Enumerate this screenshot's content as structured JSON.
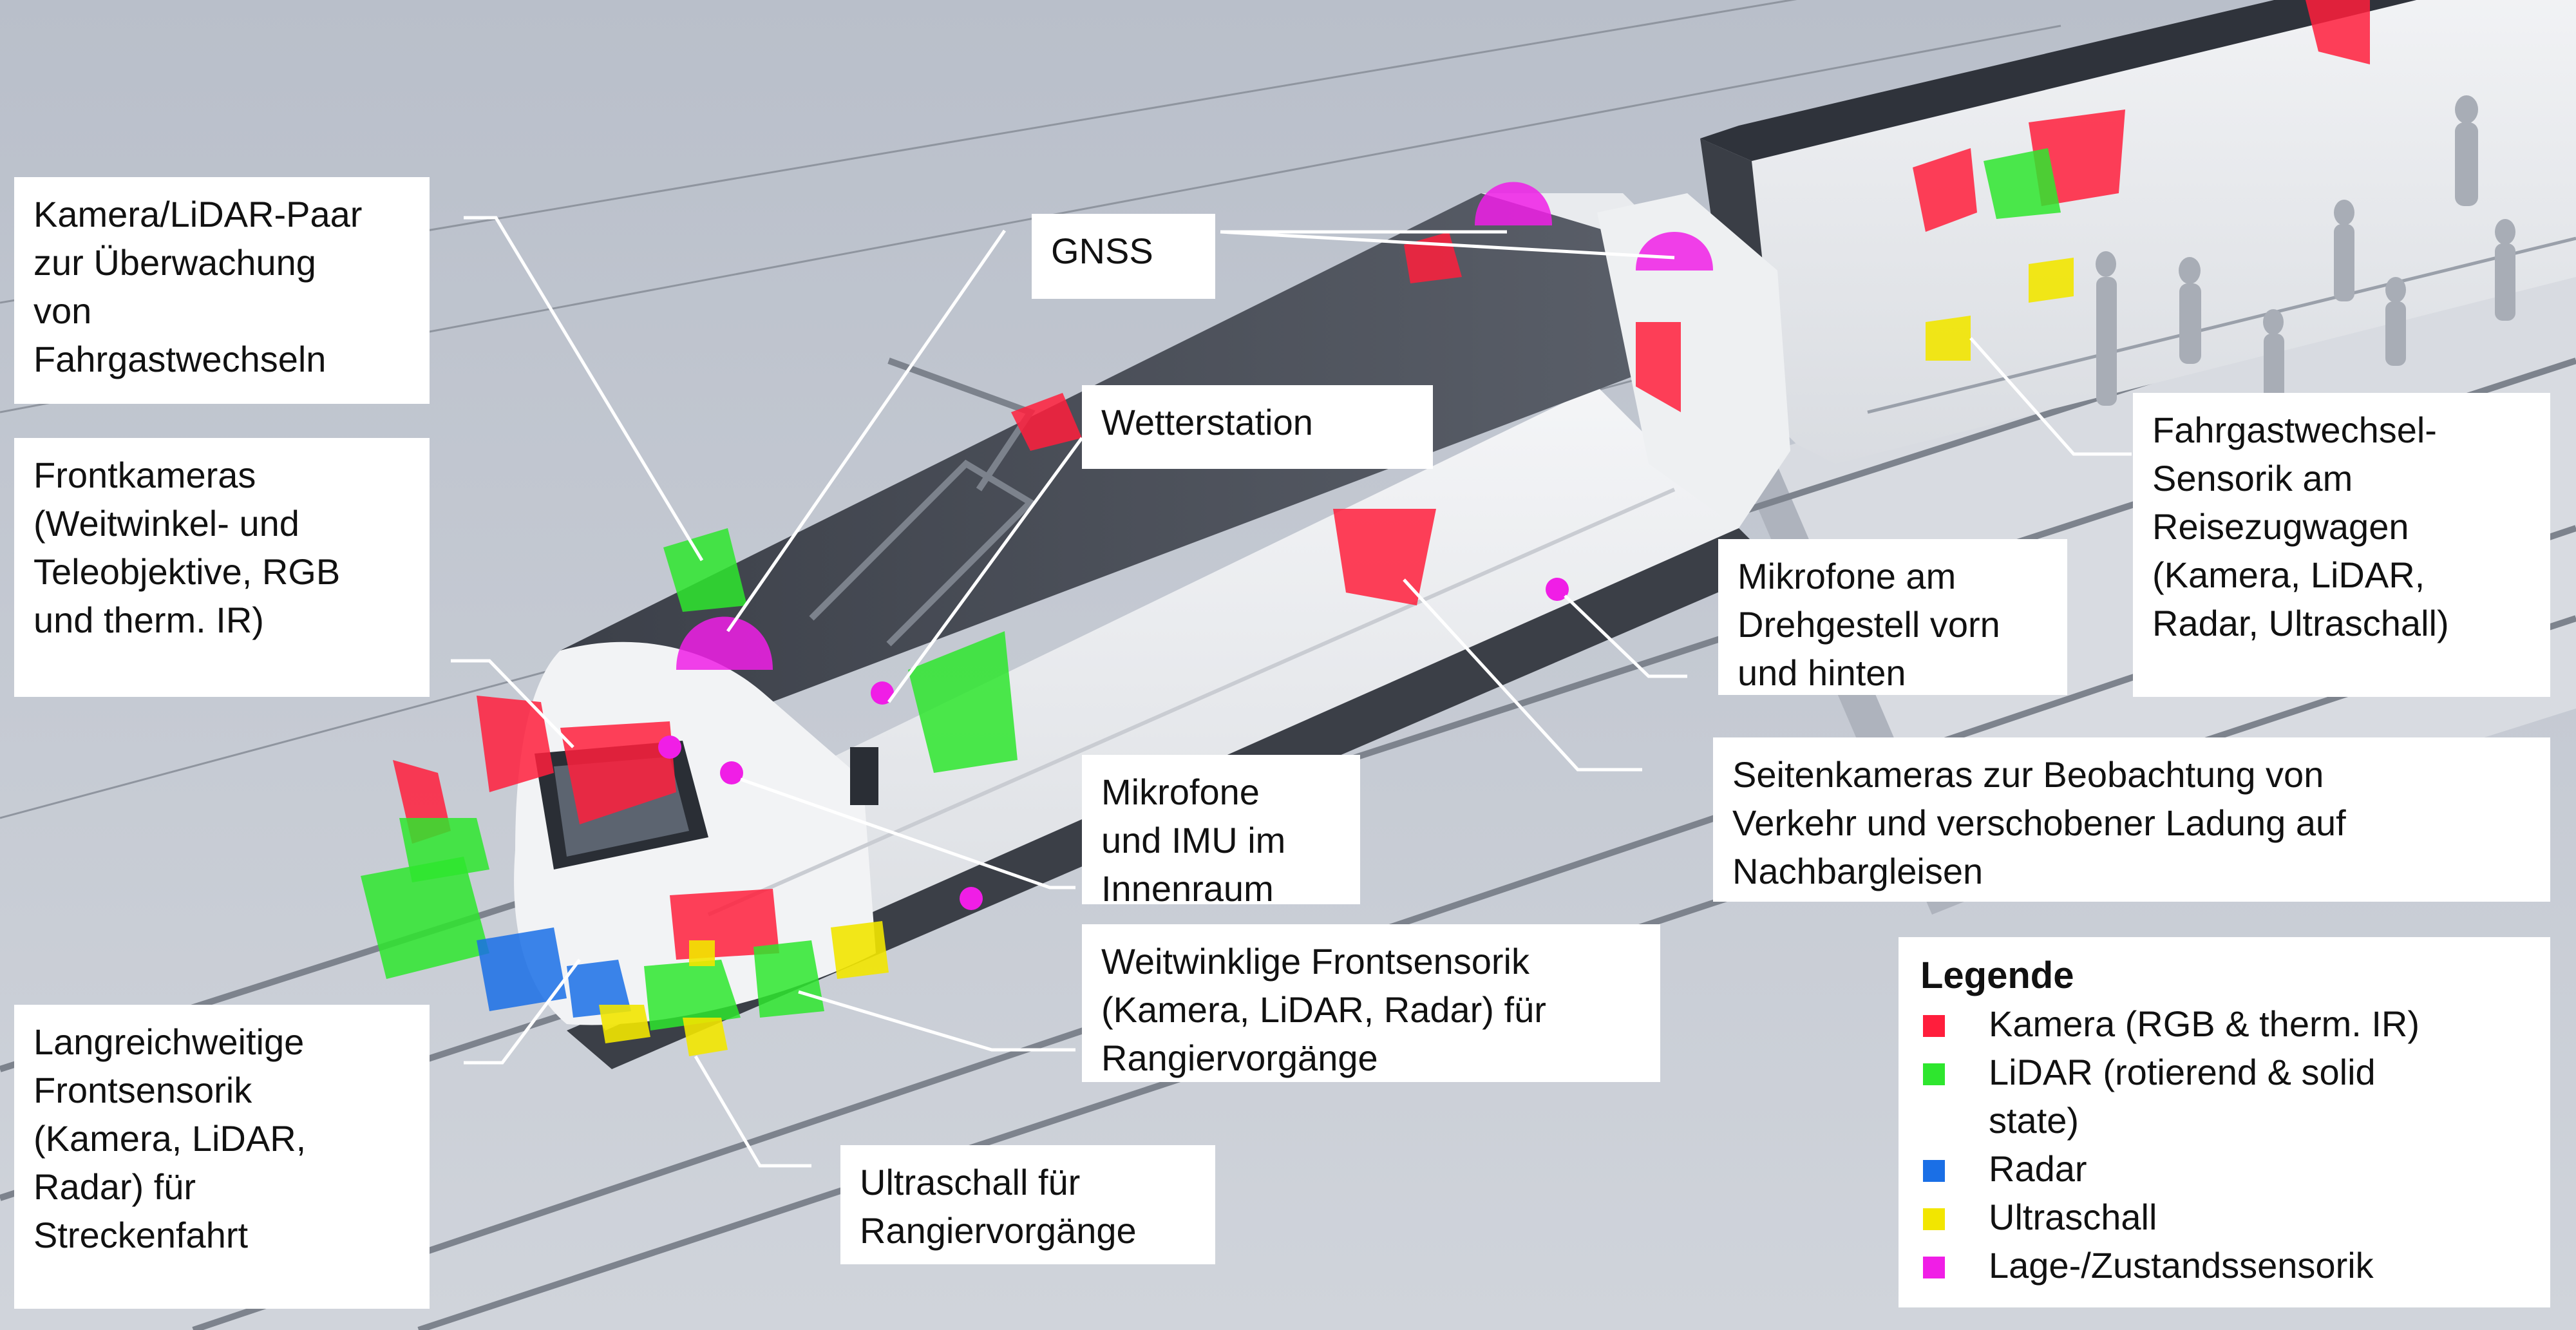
{
  "colors": {
    "kamera": "#ff1e3c",
    "lidar": "#2ee62e",
    "radar": "#1a6fe6",
    "ultraschall": "#f2e600",
    "lage": "#f01ee6"
  },
  "callouts": {
    "kamera_lidar_paar": [
      "Kamera/LiDAR-Paar",
      "zur Überwachung",
      "von",
      "Fahrgastwechseln"
    ],
    "frontkameras": [
      "Frontkameras",
      "(Weitwinkel- und",
      "Teleobjektive, RGB",
      "und therm. IR)"
    ],
    "langreichweitig": [
      "Langreichweitige",
      "Frontsensorik",
      "(Kamera, LiDAR,",
      "Radar) für",
      "Streckenfahrt"
    ],
    "gnss": [
      "GNSS"
    ],
    "wetterstation": [
      "Wetterstation"
    ],
    "mikrofone_imu": [
      "Mikrofone",
      "und IMU im",
      "Innenraum"
    ],
    "weitwinklig": [
      "Weitwinklige Frontsensorik",
      "(Kamera, LiDAR, Radar) für",
      "Rangiervorgänge"
    ],
    "ultraschall": [
      "Ultraschall für",
      "Rangiervorgänge"
    ],
    "mikrofone_drehgestell": [
      "Mikrofone am",
      "Drehgestell vorn",
      "und hinten"
    ],
    "seitenkameras": [
      "Seitenkameras zur Beobachtung von",
      "Verkehr und verschobener Ladung auf",
      "Nachbargleisen"
    ],
    "fahrgastwechsel_sensorik": [
      "Fahrgastwechsel-",
      "Sensorik am",
      "Reisezugwagen",
      "(Kamera, LiDAR,",
      "Radar, Ultraschall)"
    ]
  },
  "legend": {
    "title": "Legende",
    "items": [
      {
        "label": "Kamera (RGB & therm. IR)",
        "color": "#ff1e3c"
      },
      {
        "label": "LiDAR (rotierend & solid",
        "label2": "state)",
        "color": "#2ee62e"
      },
      {
        "label": "Radar",
        "color": "#1a6fe6"
      },
      {
        "label": "Ultraschall",
        "color": "#f2e600"
      },
      {
        "label": "Lage-/Zustandssensorik",
        "color": "#f01ee6"
      }
    ]
  }
}
